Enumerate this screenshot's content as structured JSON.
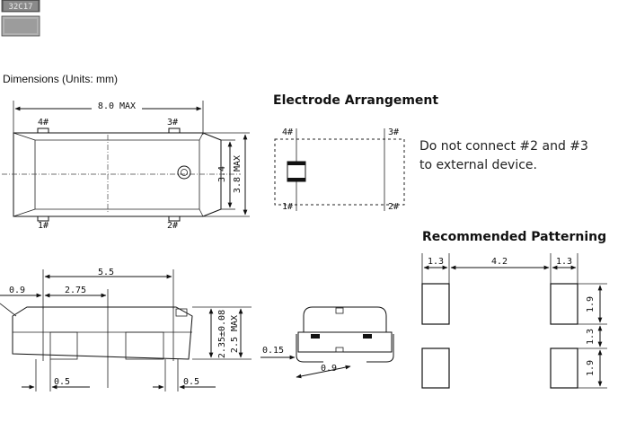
{
  "thumbnail": {
    "label": "32C17"
  },
  "dimensions": {
    "title": "Dimensions (Units: mm)",
    "top_view": {
      "length_max": "8.0 MAX",
      "width": "3.4",
      "width_max": "3.8 MAX",
      "pins": [
        "1#",
        "2#",
        "3#",
        "4#"
      ]
    },
    "side_view": {
      "length": "5.5",
      "offset_a": "0.9",
      "offset_b": "2.75",
      "height": "2.35±0.08",
      "height_max": "2.5 MAX",
      "lead_left": "0.5",
      "lead_right": "0.5"
    },
    "end_view": {
      "lead_thickness": "0.15",
      "lead_width": "0.9"
    }
  },
  "electrode": {
    "title": "Electrode Arrangement",
    "pins": [
      "1#",
      "2#",
      "3#",
      "4#"
    ],
    "note_line1": "Do not connect #2 and #3",
    "note_line2": "to external device."
  },
  "patterning": {
    "title": "Recommended Patterning",
    "pad_width": "1.3",
    "gap": "4.2",
    "pad_width_right": "1.3",
    "pad_height": "1.9",
    "pad_spacing": "1.3",
    "pad_height_lower": "1.9"
  }
}
